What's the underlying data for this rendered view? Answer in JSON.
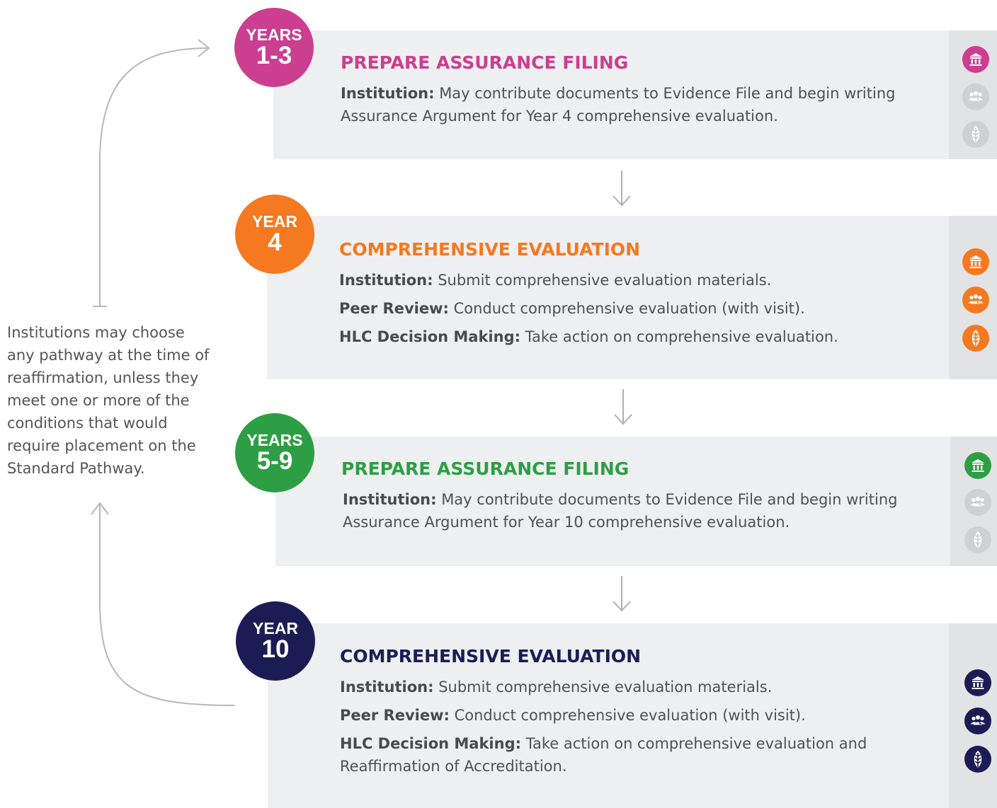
{
  "side_note": "Institutions may choose any pathway at the time of reaffirmation, unless they meet one or more of the conditions that would require placement on the Standard Pathway.",
  "stages": [
    {
      "badge_label": "YEARS",
      "badge_number": "1-3",
      "color": "#cc3e8f",
      "title": "PREPARE ASSURANCE FILING",
      "lines": [
        {
          "label": "Institution:",
          "text": " May contribute documents to Evidence File and begin writing Assurance Argument for Year 4 comprehensive evaluation."
        }
      ],
      "icons": [
        {
          "name": "institution-icon",
          "active": true
        },
        {
          "name": "peer-review-icon",
          "active": false
        },
        {
          "name": "decision-making-icon",
          "active": false
        }
      ]
    },
    {
      "badge_label": "YEAR",
      "badge_number": "4",
      "color": "#f47920",
      "title": "COMPREHENSIVE EVALUATION",
      "lines": [
        {
          "label": "Institution:",
          "text": " Submit comprehensive evaluation materials."
        },
        {
          "label": "Peer Review:",
          "text": " Conduct comprehensive evaluation (with visit)."
        },
        {
          "label": "HLC Decision Making:",
          "text": " Take action on comprehensive evaluation."
        }
      ],
      "icons": [
        {
          "name": "institution-icon",
          "active": true
        },
        {
          "name": "peer-review-icon",
          "active": true
        },
        {
          "name": "decision-making-icon",
          "active": true
        }
      ]
    },
    {
      "badge_label": "YEARS",
      "badge_number": "5-9",
      "color": "#2e9e44",
      "title": "PREPARE ASSURANCE FILING",
      "lines": [
        {
          "label": "Institution:",
          "text": " May contribute documents to Evidence File and begin writing Assurance Argument for Year 10 comprehensive evaluation."
        }
      ],
      "icons": [
        {
          "name": "institution-icon",
          "active": true
        },
        {
          "name": "peer-review-icon",
          "active": false
        },
        {
          "name": "decision-making-icon",
          "active": false
        }
      ]
    },
    {
      "badge_label": "YEAR",
      "badge_number": "10",
      "color": "#1c1c55",
      "title": "COMPREHENSIVE EVALUATION",
      "lines": [
        {
          "label": "Institution:",
          "text": " Submit comprehensive evaluation materials."
        },
        {
          "label": "Peer Review:",
          "text": " Conduct comprehensive evaluation (with visit)."
        },
        {
          "label": "HLC Decision Making:",
          "text": " Take action on comprehensive evaluation and Reaffirmation of Accreditation."
        }
      ],
      "icons": [
        {
          "name": "institution-icon",
          "active": true
        },
        {
          "name": "peer-review-icon",
          "active": true
        },
        {
          "name": "decision-making-icon",
          "active": true
        }
      ]
    }
  ],
  "colors": {
    "panel": "#eeeff1",
    "rail": "#e2e3e5",
    "inactive_icon": "#cfd0d2",
    "arrow": "#b0b0b0"
  }
}
